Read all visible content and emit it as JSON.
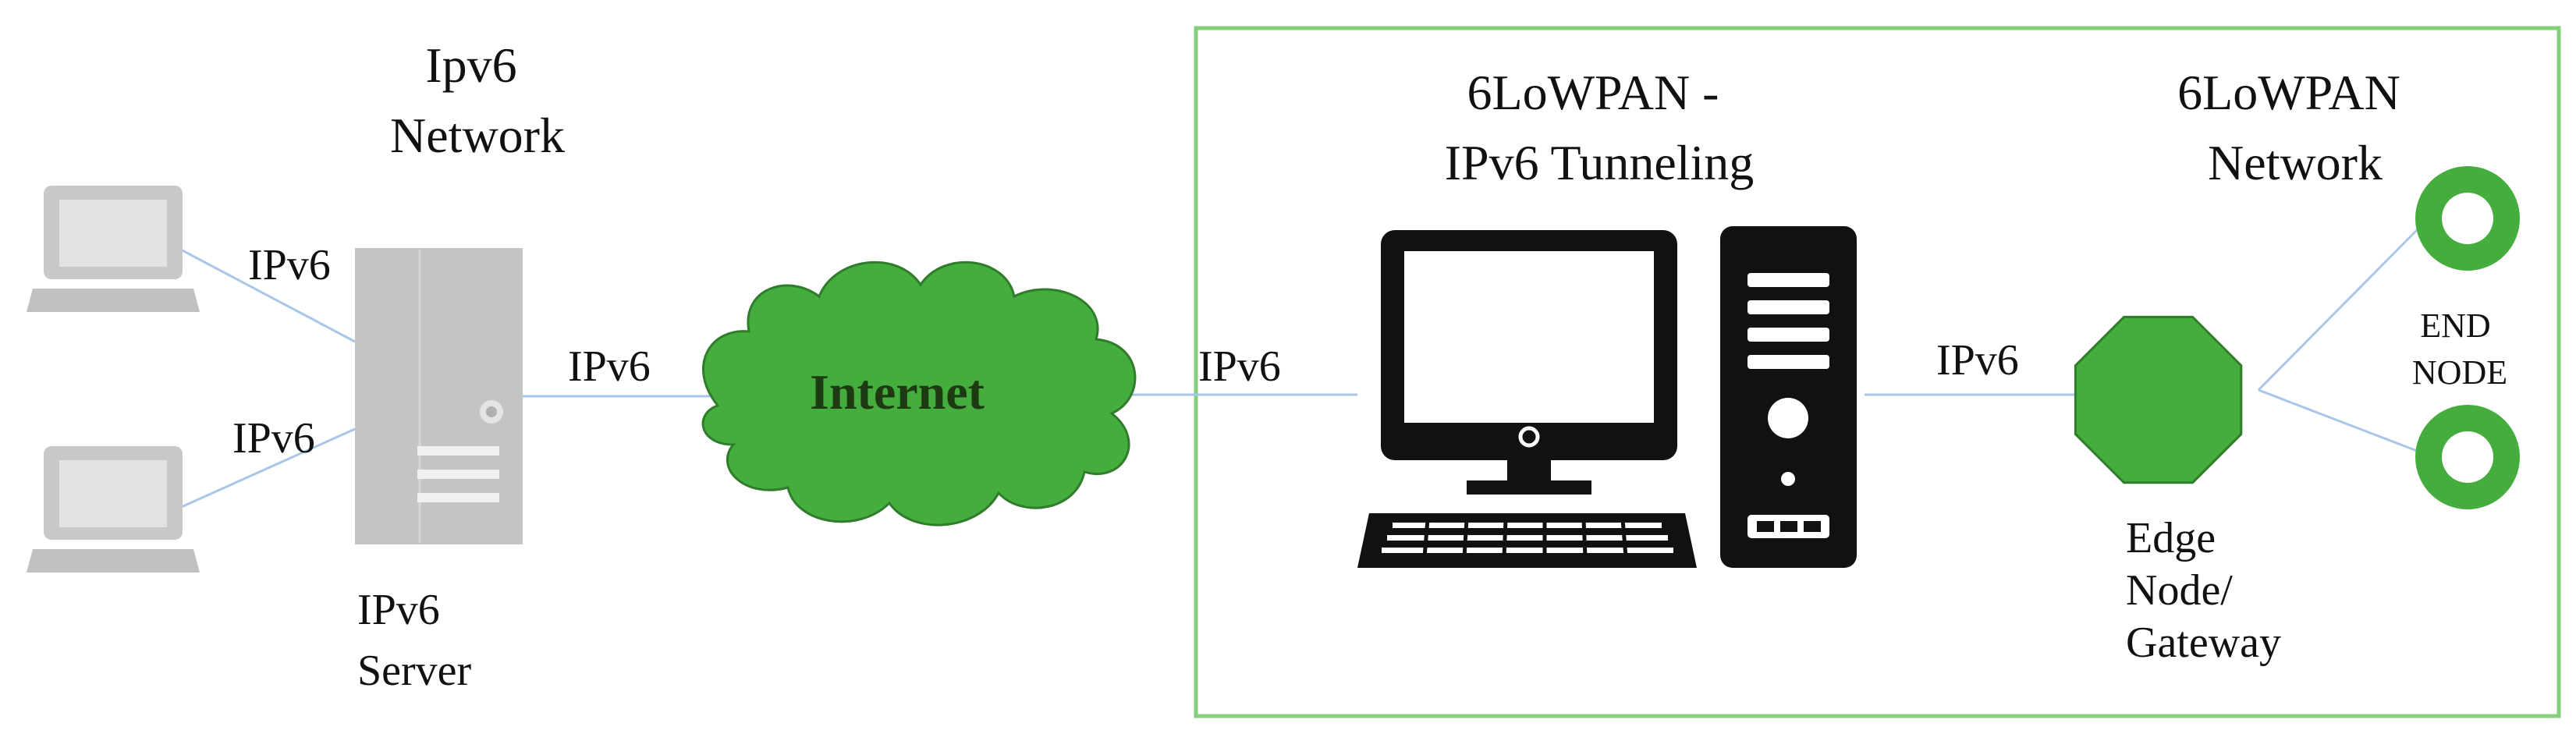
{
  "colors": {
    "green": "#44ad3e",
    "green_border": "#2f7d2b",
    "box_border": "#84cf7a",
    "link": "#a9c6e8",
    "gray_device": "#c4c4c4",
    "dark": "#111111"
  },
  "icons": {
    "laptop_top": "laptop-icon",
    "laptop_bottom": "laptop-icon",
    "server": "server-tower-icon",
    "cloud": "cloud-icon",
    "monitor": "desktop-monitor-icon",
    "keyboard": "keyboard-icon",
    "tower": "pc-tower-icon",
    "edge_node": "octagon-node-icon",
    "end_node_top": "ring-node-icon",
    "end_node_bottom": "ring-node-icon"
  },
  "labels": {
    "ipv6_network": [
      "Ipv6",
      "Network"
    ],
    "link_laptop_top": "IPv6",
    "link_laptop_bottom": "IPv6",
    "link_server_internet": "IPv6",
    "link_internet_pc": "IPv6",
    "link_pc_edge": "IPv6",
    "ipv6_server": [
      "IPv6",
      "Server"
    ],
    "internet": "Internet",
    "tunneling": [
      "6LoWPAN -",
      "IPv6 Tunneling"
    ],
    "lowpan_network": [
      "6LoWPAN",
      "Network"
    ],
    "end_node": [
      "END",
      "NODE"
    ],
    "edge_node": [
      "Edge",
      "Node/",
      "Gateway"
    ]
  }
}
